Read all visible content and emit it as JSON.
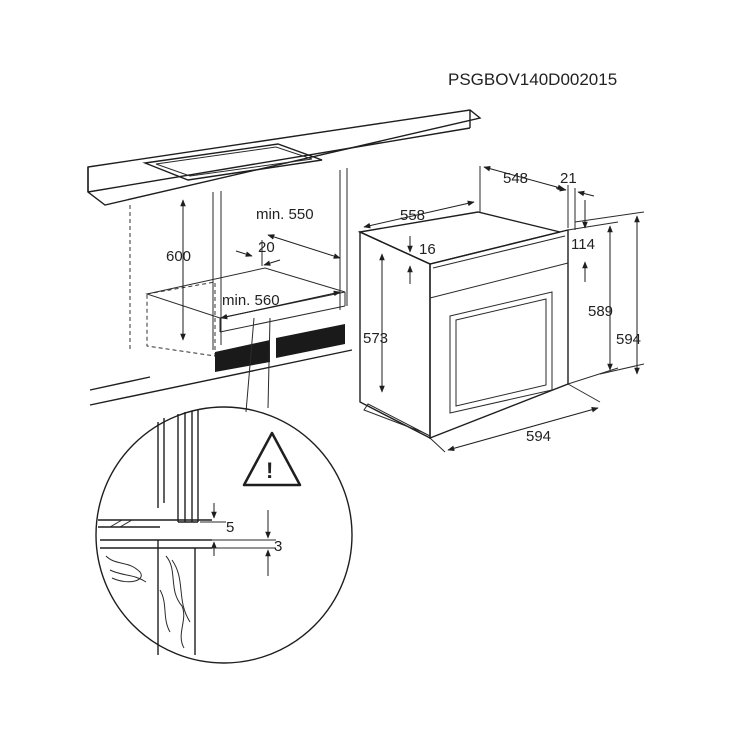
{
  "diagram": {
    "code": "PSGBOV140D002015",
    "cabinet_dims": {
      "height_600": "600",
      "depth_min_550": "min. 550",
      "gap_20": "20",
      "width_min_560": "min. 560"
    },
    "oven_dims": {
      "depth_548": "548",
      "front_21": "21",
      "body_depth_558": "558",
      "offset_16": "16",
      "top_114": "114",
      "body_height_573": "573",
      "height_589": "589",
      "height_594": "594",
      "width_594": "594"
    },
    "detail": {
      "gap_5": "5",
      "gap_3": "3",
      "warning_symbol": "!"
    },
    "colors": {
      "line": "#1e1e1e",
      "vent_fill": "#1a1a1a"
    },
    "icons": [
      "warning-triangle-icon"
    ]
  }
}
